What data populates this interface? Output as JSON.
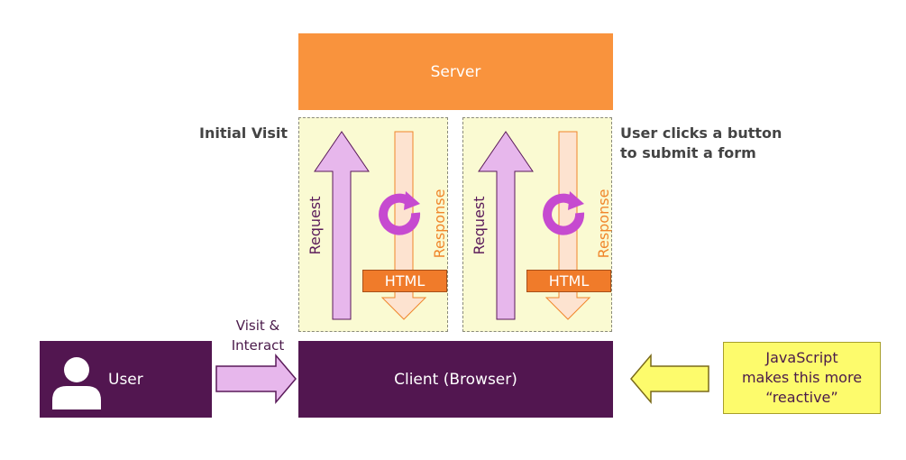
{
  "colors": {
    "server": "#f9933d",
    "client": "#521650",
    "panel": "#fafad2",
    "request_arrow": "#e7b7ec",
    "response_arrow": "#fde3d0",
    "response_text": "#f0862b",
    "cycle": "#c64ad0",
    "note": "#fdfb6c",
    "purple_text": "#5a1a5a"
  },
  "server": {
    "label": "Server"
  },
  "client": {
    "label": "Client (Browser)"
  },
  "user": {
    "label": "User",
    "icon": "person-icon"
  },
  "initial_visit": {
    "label": "Initial Visit"
  },
  "user_clicks": {
    "line1": "User clicks a button",
    "line2": "to submit a form"
  },
  "panels": [
    {
      "request_label": "Request",
      "response_label": "Response",
      "payload_label": "HTML"
    },
    {
      "request_label": "Request",
      "response_label": "Response",
      "payload_label": "HTML"
    }
  ],
  "visit_interact": {
    "line1": "Visit &",
    "line2": "Interact"
  },
  "js_note": {
    "line1": "JavaScript",
    "line2": "makes this more",
    "line3": "“reactive”"
  }
}
